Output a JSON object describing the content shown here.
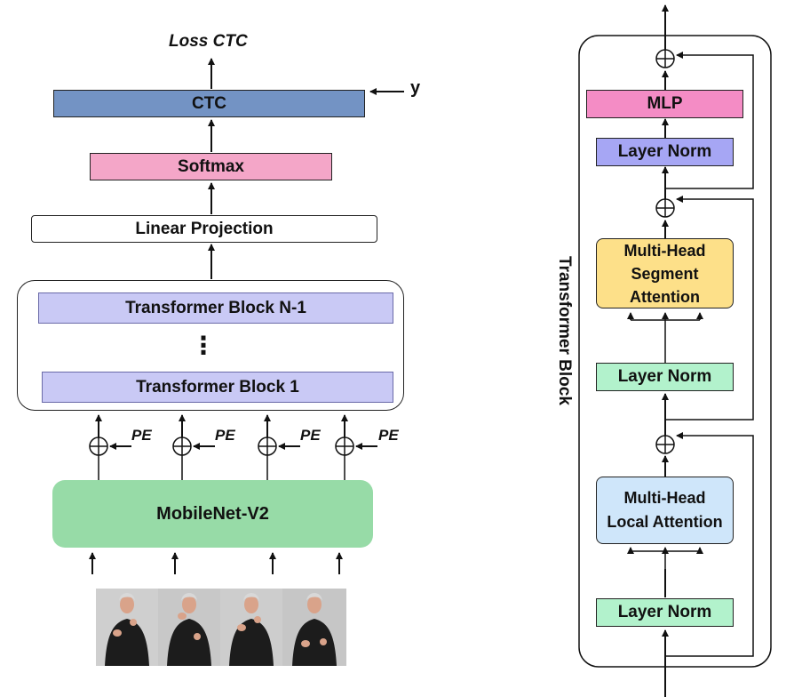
{
  "left": {
    "loss": "Loss CTC",
    "target": "y",
    "ctc": "CTC",
    "softmax": "Softmax",
    "linear": "Linear Projection",
    "block_top": "Transformer Block N-1",
    "ellipsis": "⋮",
    "block_bottom": "Transformer Block 1",
    "pe": "PE",
    "backbone": "MobileNet-V2"
  },
  "right": {
    "side_title": "Transformer Block",
    "mlp": "MLP",
    "norm_top": "Layer Norm",
    "segment_attn_l1": "Multi-Head",
    "segment_attn_l2": "Segment",
    "segment_attn_l3": "Attention",
    "norm_mid": "Layer Norm",
    "local_attn_l1": "Multi-Head",
    "local_attn_l2": "Local Attention",
    "norm_bottom": "Layer Norm"
  },
  "colors": {
    "ctc": "#7393c4",
    "softmax": "#f4a6c8",
    "transformer_block": "#c9c9f5",
    "backbone": "#97dba7",
    "mlp": "#f48cc5",
    "layer_norm_purple": "#a6a6f4",
    "segment_attention": "#fde089",
    "layer_norm_green": "#b2f2cc",
    "local_attention": "#cfe6fa"
  }
}
